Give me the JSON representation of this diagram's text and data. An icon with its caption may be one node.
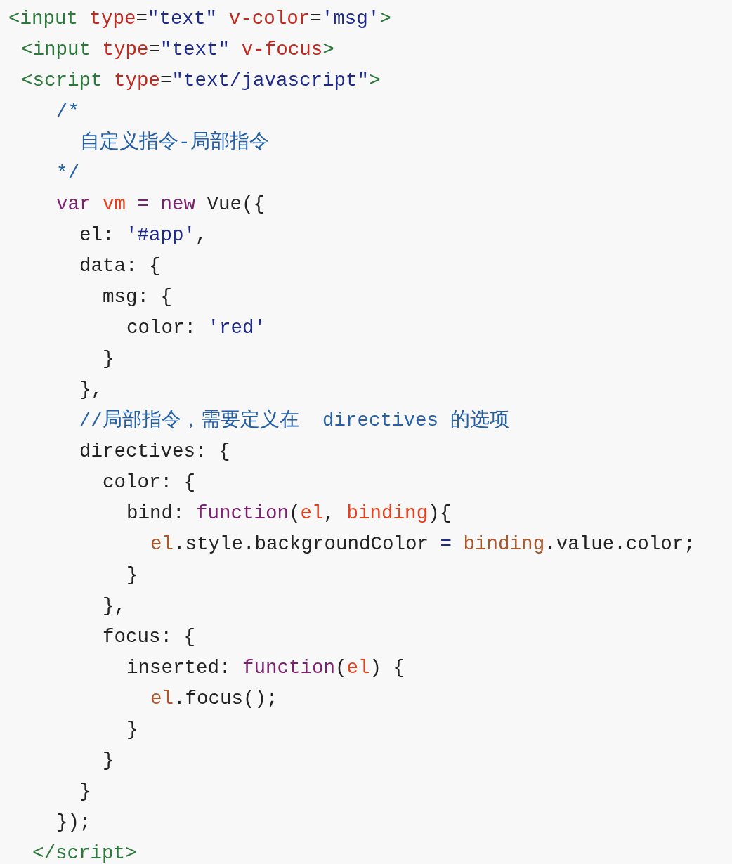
{
  "diagram": {
    "labels": [
      "<input type=\"text\" v-color='msg'>",
      "<input type=\"text\" v-focus>",
      "<script type=\"text/javascript\">",
      "/*",
      "自定义指令-局部指令",
      "*/",
      "var vm = new Vue({",
      "el: '#app',",
      "data: {",
      "msg: {",
      "color: 'red'",
      "}",
      "},",
      "//局部指令，需要定义在  directives 的选项",
      "directives: {",
      "color: {",
      "bind: function(el, binding){",
      "el.style.backgroundColor = binding.value.color;",
      "}",
      "},",
      "focus: {",
      "inserted: function(el) {",
      "el.focus();",
      "}",
      "}",
      "}",
      "});",
      "</script>"
    ]
  }
}
